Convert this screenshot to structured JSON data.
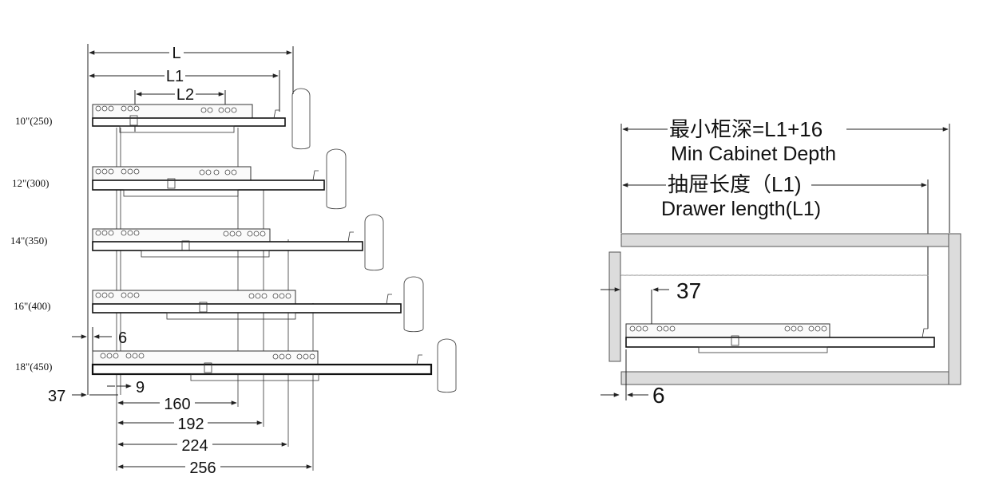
{
  "left_diagram": {
    "dims_top": [
      "L",
      "L1",
      "L2"
    ],
    "sizes": [
      "10\"(250)",
      "12\"(300)",
      "14\"(350)",
      "16\"(400)",
      "18\"(450)"
    ],
    "side_offset": "6",
    "dims_bottom": [
      "37",
      "9",
      "160",
      "192",
      "224",
      "256"
    ]
  },
  "right_diagram": {
    "min_depth_cn": "最小柜深=L1+16",
    "min_depth_en": "Min Cabinet Depth",
    "drawer_length_cn": "抽屉长度（L1)",
    "drawer_length_en": "Drawer length(L1)",
    "dim_37": "37",
    "dim_6": "6"
  }
}
